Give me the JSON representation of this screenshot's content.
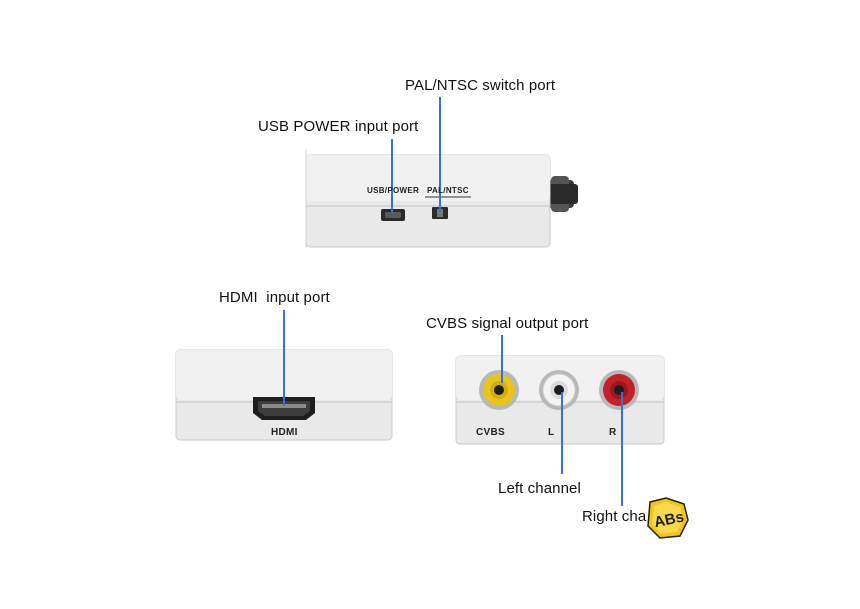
{
  "callouts": {
    "pal_ntsc_port": "PAL/NTSC switch port",
    "usb_power_port": "USB POWER input port",
    "hdmi_port": "HDMI  input port",
    "cvbs_port": "CVBS signal output port",
    "left_channel": "Left channel",
    "right_channel": "Right cha"
  },
  "device_labels": {
    "usb_power": "USB/POWER",
    "pal_ntsc": "PAL/NTSC",
    "hdmi": "HDMI",
    "cvbs": "CVBS",
    "left": "L",
    "right": "R"
  },
  "watermark": {
    "text": "ABs"
  },
  "colors": {
    "pointer": "#3b6fd8",
    "device_body": "#e9e9ea",
    "rca_yellow": "#e8c51a",
    "rca_white": "#f2f2f2",
    "rca_red": "#c4202a",
    "watermark": "#f2c616"
  }
}
